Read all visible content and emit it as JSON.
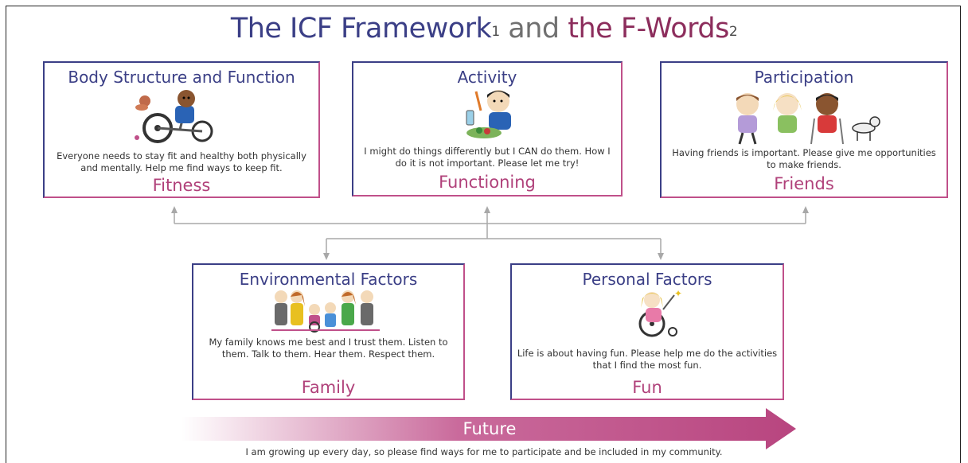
{
  "title": {
    "part1": "The ICF Framework",
    "sup1": "1",
    "and": " and ",
    "part2": "the F-Words",
    "sup2": "2"
  },
  "boxes": {
    "body": {
      "heading": "Body Structure and Function",
      "text": "Everyone needs to stay fit and healthy both physically and mentally. Help me find ways to keep fit.",
      "fword": "Fitness"
    },
    "activity": {
      "heading": "Activity",
      "text": "I might do things differently but I CAN do them. How I do it is not important. Please let me try!",
      "fword": "Functioning"
    },
    "participation": {
      "heading": "Participation",
      "text": "Having friends is important. Please give me opportunities to make friends.",
      "fword": "Friends"
    },
    "environmental": {
      "heading": "Environmental Factors",
      "text": "My family knows me best and I trust them. Listen to them. Talk to them. Hear them. Respect them.",
      "fword": "Family"
    },
    "personal": {
      "heading": "Personal Factors",
      "text": "Life is about having fun. Please help me do the activities that I find the most fun.",
      "fword": "Fun"
    }
  },
  "future": {
    "word": "Future",
    "text": "I am growing up every day, so please find ways for me to participate and be included in my community."
  },
  "colors": {
    "navy": "#3b3f86",
    "magenta": "#c0508a",
    "fword": "#b0417a",
    "arrow_gray": "#a8a8a8"
  },
  "illustrations": {
    "body": "child-on-adaptive-bike-with-dog",
    "activity": "child-eating-with-adaptive-utensils",
    "participation": "three-friends-with-dog",
    "environmental": "family-group",
    "personal": "child-in-wheelchair-with-wand"
  }
}
